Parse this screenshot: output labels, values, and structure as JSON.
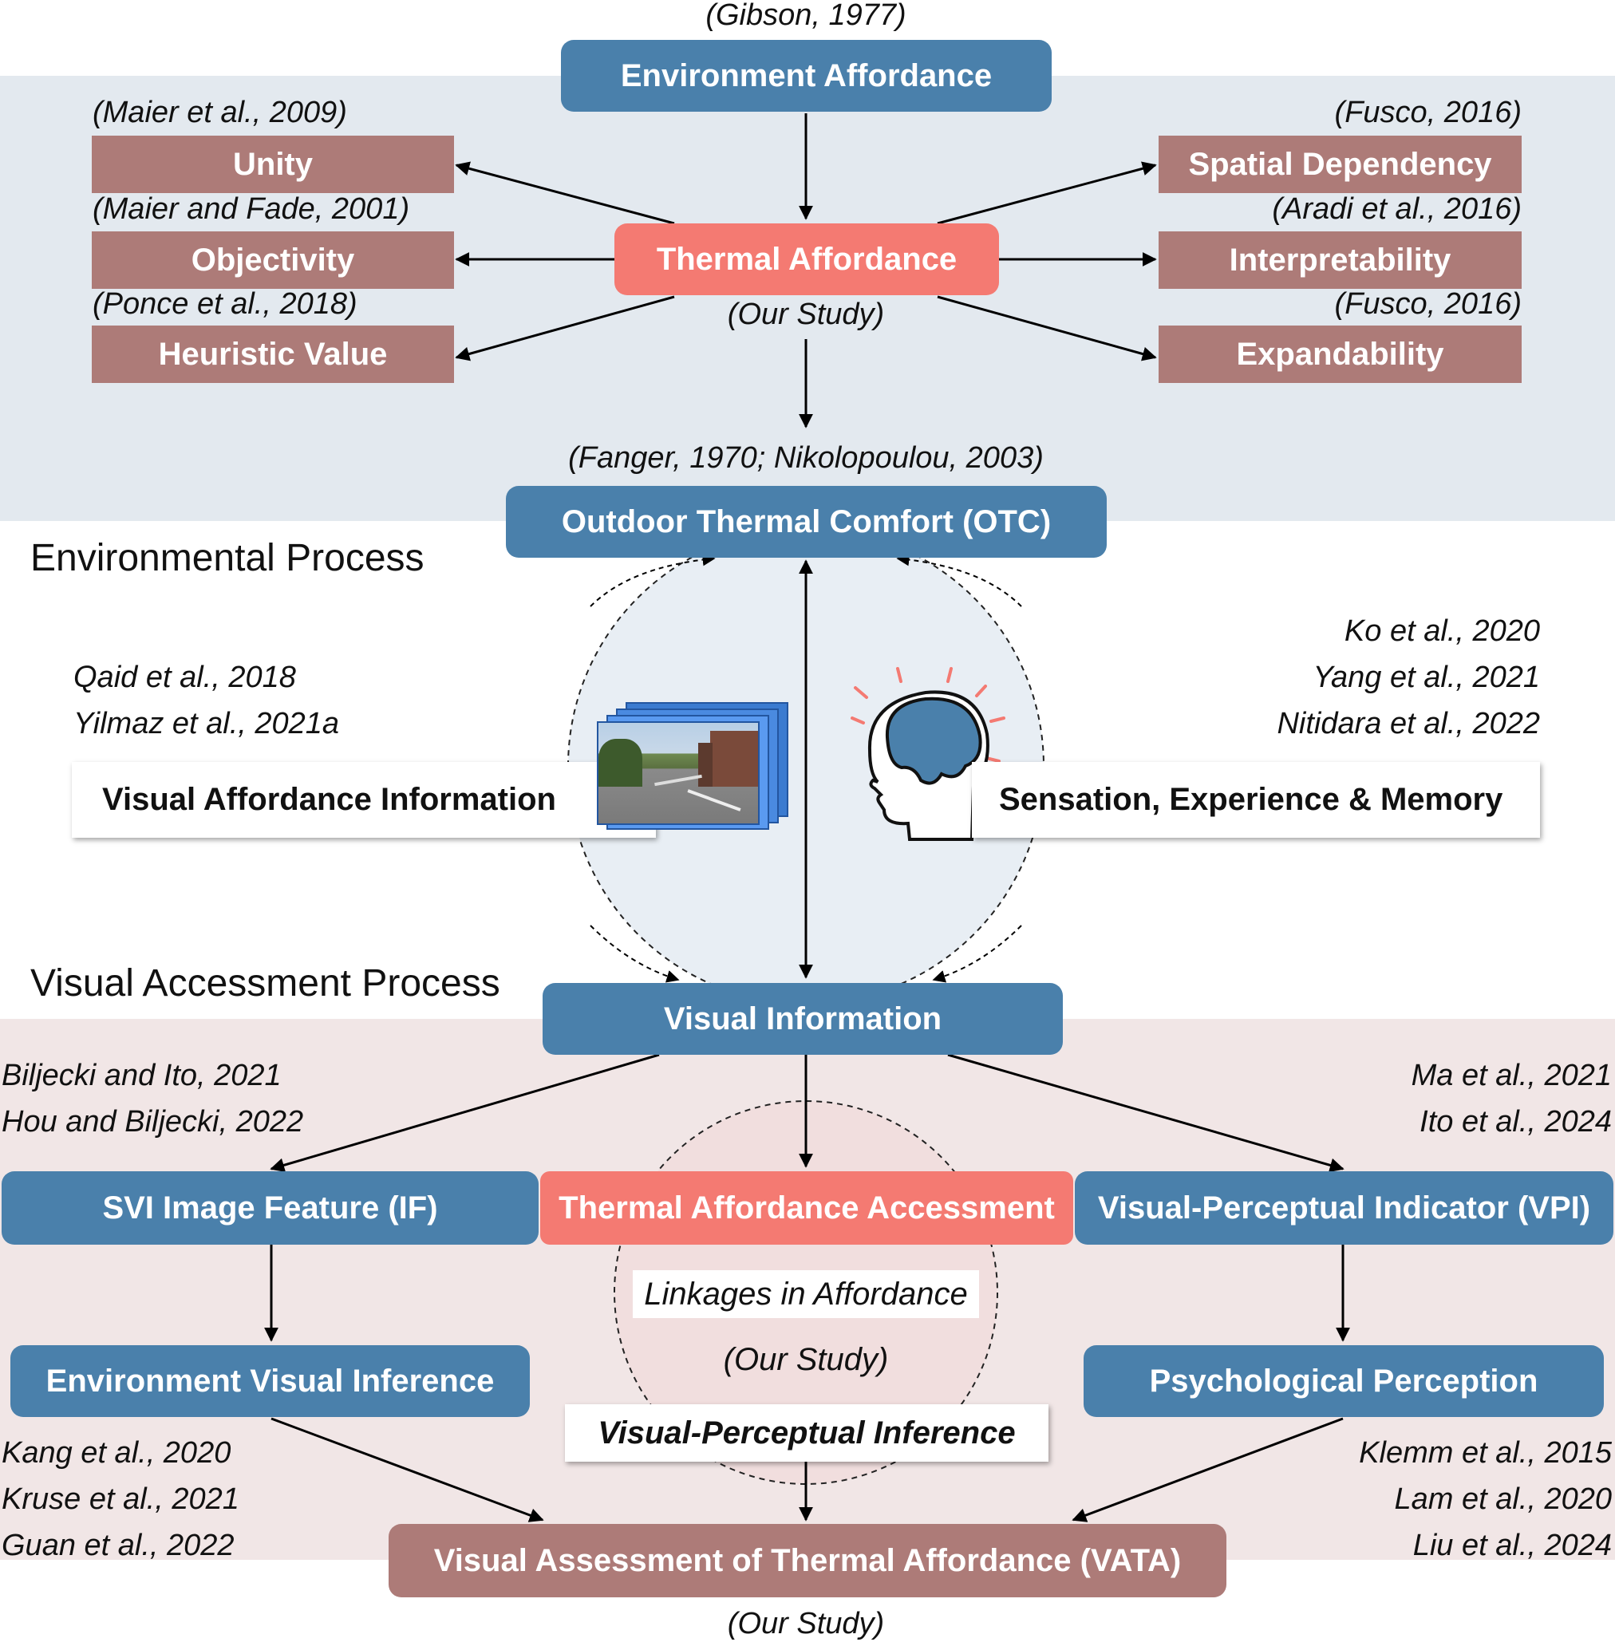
{
  "top": {
    "gibson_cite": "(Gibson, 1977)",
    "environment_affordance": "Environment Affordance",
    "thermal_affordance": "Thermal Affordance",
    "our_study": "(Our Study)",
    "left_items": [
      {
        "cite": "(Maier et al., 2009)",
        "label": "Unity"
      },
      {
        "cite": "(Maier and Fade, 2001)",
        "label": "Objectivity"
      },
      {
        "cite": "(Ponce et al., 2018)",
        "label": "Heuristic Value"
      }
    ],
    "right_items": [
      {
        "cite": "(Fusco, 2016)",
        "label": "Spatial Dependency"
      },
      {
        "cite": "(Aradi et al., 2016)",
        "label": "Interpretability"
      },
      {
        "cite": "(Fusco, 2016)",
        "label": "Expandability"
      }
    ],
    "otc_cite": "(Fanger, 1970; Nikolopoulou, 2003)",
    "otc": "Outdoor Thermal Comfort (OTC)"
  },
  "middle": {
    "environmental_process": "Environmental Process",
    "left_cites": [
      "Qaid et al., 2018",
      "Yilmaz et al., 2021a"
    ],
    "visual_affordance_information": "Visual Affordance Information",
    "right_cites": [
      "Ko et al., 2020",
      "Yang et al., 2021",
      "Nitidara et al., 2022"
    ],
    "sensation_experience_memory": "Sensation, Experience & Memory",
    "visual_accessment_process": "Visual Accessment Process",
    "visual_information": "Visual Information"
  },
  "bottom": {
    "left_cites_top": [
      "Biljecki and Ito, 2021",
      "Hou and Biljecki, 2022"
    ],
    "right_cites_top": [
      "Ma et al., 2021",
      "Ito et al., 2024"
    ],
    "svi_image_feature": "SVI Image Feature (IF)",
    "thermal_affordance_accessment": "Thermal Affordance Accessment",
    "visual_perceptual_indicator": "Visual-Perceptual Indicator (VPI)",
    "linkages": "Linkages in Affordance",
    "our_study_mid": "(Our Study)",
    "environment_visual_inference": "Environment Visual Inference",
    "psychological_perception": "Psychological Perception",
    "visual_perceptual_inference": "Visual-Perceptual Inference",
    "left_cites_bottom": [
      "Kang et al., 2020",
      "Kruse et al., 2021",
      "Guan et al., 2022"
    ],
    "right_cites_bottom": [
      "Klemm et al., 2015",
      "Lam et al., 2020",
      "Liu et al., 2024"
    ],
    "vata": "Visual Assessment of Thermal Affordance (VATA)",
    "our_study_bottom": "(Our Study)"
  },
  "colors": {
    "blue_box": "#4a80ab",
    "pink_box": "#f47a72",
    "mauve_box": "#ad7b78",
    "top_band": "#e3e9ef",
    "bottom_band": "#f1e6e6"
  }
}
